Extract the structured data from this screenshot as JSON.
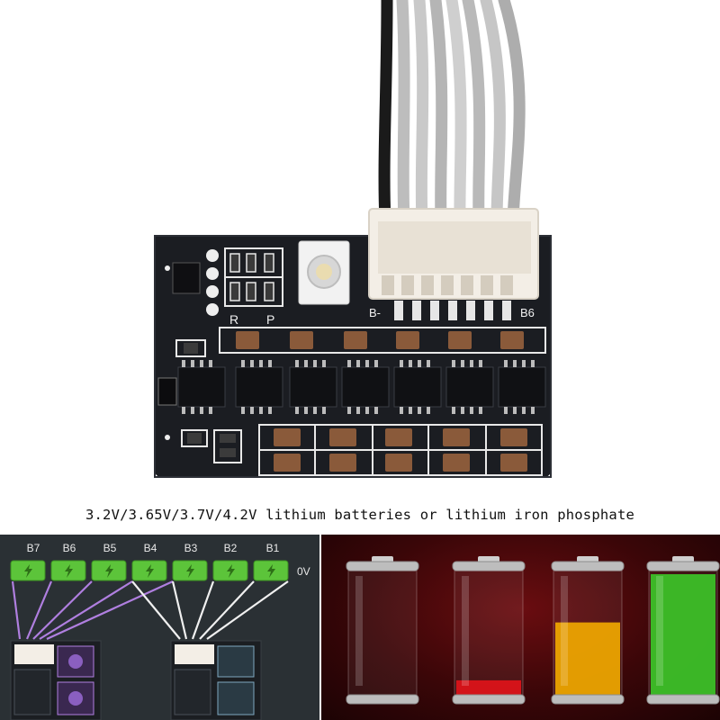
{
  "caption": "3.2V/3.65V/3.7V/4.2V lithium batteries or lithium iron phosphate",
  "board": {
    "label_r": "R",
    "label_p": "P",
    "label_bminus": "B-",
    "label_b6": "B6"
  },
  "wiring": {
    "cells": [
      "B7",
      "B6",
      "B5",
      "B4",
      "B3",
      "B2",
      "B1"
    ],
    "zero": "0V",
    "colors": {
      "cell": "#5cc43a",
      "left_arrows": "#b07fe0",
      "right_arrows": "#f0f0f0",
      "panel": "#2a3034"
    }
  },
  "levels": {
    "charge": [
      0.0,
      0.12,
      0.6,
      1.0
    ],
    "colors": [
      "#00000000",
      "#e0141a",
      "#f0a800",
      "#3cc428"
    ]
  }
}
